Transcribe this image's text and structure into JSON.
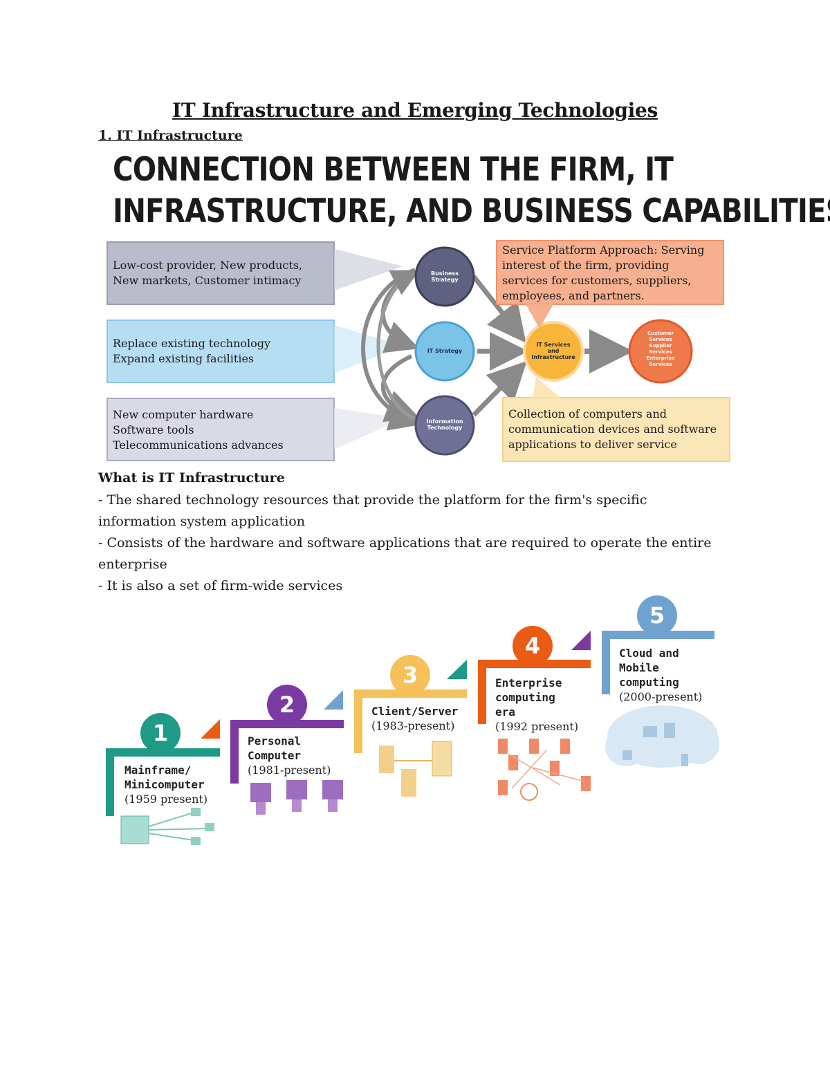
{
  "document": {
    "title": "IT Infrastructure and Emerging Technologies",
    "section_heading": "1. IT Infrastructure"
  },
  "figure1": {
    "title_line1": "CONNECTION BETWEEN THE FIRM, IT",
    "title_line2": "INFRASTRUCTURE, AND BUSINESS CAPABILITIES",
    "left_boxes": [
      {
        "lines": [
          "Low-cost provider, New products,",
          "New markets,  Customer intimacy"
        ],
        "color": "#b9bccb"
      },
      {
        "lines": [
          "Replace existing technology",
          "Expand existing facilities"
        ],
        "color": "#b6def2"
      },
      {
        "lines": [
          "New computer hardware",
          "Software tools",
          "Telecommunications advances"
        ],
        "color": "#d9dae6"
      }
    ],
    "circles": {
      "business_strategy": {
        "lines": [
          "Business",
          "Strategy"
        ],
        "color": "#5f6180"
      },
      "it_strategy": {
        "lines": [
          "IT Strategy"
        ],
        "color": "#7cc3e8"
      },
      "information_technology": {
        "lines": [
          "Information",
          "Technology"
        ],
        "color": "#6e7095"
      },
      "it_services": {
        "lines": [
          "IT Services",
          "and",
          "Infrastructure"
        ],
        "color": "#f7b539"
      },
      "customer_services": {
        "lines": [
          "Customer",
          "Services",
          "Supplier",
          "Services",
          "Enterprise",
          "Services"
        ],
        "color": "#f0794a"
      }
    },
    "right_boxes": [
      {
        "lines": [
          "Service Platform Approach: Serving",
          "interest of the firm, providing",
          "services for customers, suppliers,",
          "employees, and partners."
        ],
        "color": "#f6b08f"
      },
      {
        "lines": [
          "Collection of computers and",
          "communication devices and software",
          "applications to deliver service"
        ],
        "color": "#fbe6b8"
      }
    ]
  },
  "what_is": {
    "heading": "What is IT Infrastructure",
    "bullets": [
      "- The shared technology resources that provide the platform for the firm's specific information system application",
      "- Consists of the hardware and software applications that are required to operate the entire enterprise",
      "- It is also a set of firm-wide services"
    ]
  },
  "eras": [
    {
      "number": "1",
      "lines": [
        "Mainframe/",
        "Minicomputer",
        "(1959 present)"
      ],
      "color": "#1f9a86"
    },
    {
      "number": "2",
      "lines": [
        "Personal",
        "Computer",
        "(1981-present)"
      ],
      "color": "#7b3aa1"
    },
    {
      "number": "3",
      "lines": [
        "Client/Server",
        "(1983-present)"
      ],
      "color": "#f6c15a"
    },
    {
      "number": "4",
      "lines": [
        "Enterprise",
        "computing",
        "era",
        "(1992 present)"
      ],
      "color": "#ea5b14"
    },
    {
      "number": "5",
      "lines": [
        "Cloud and",
        "Mobile",
        "computing",
        "(2000-present)"
      ],
      "color": "#6fa2cf"
    }
  ]
}
